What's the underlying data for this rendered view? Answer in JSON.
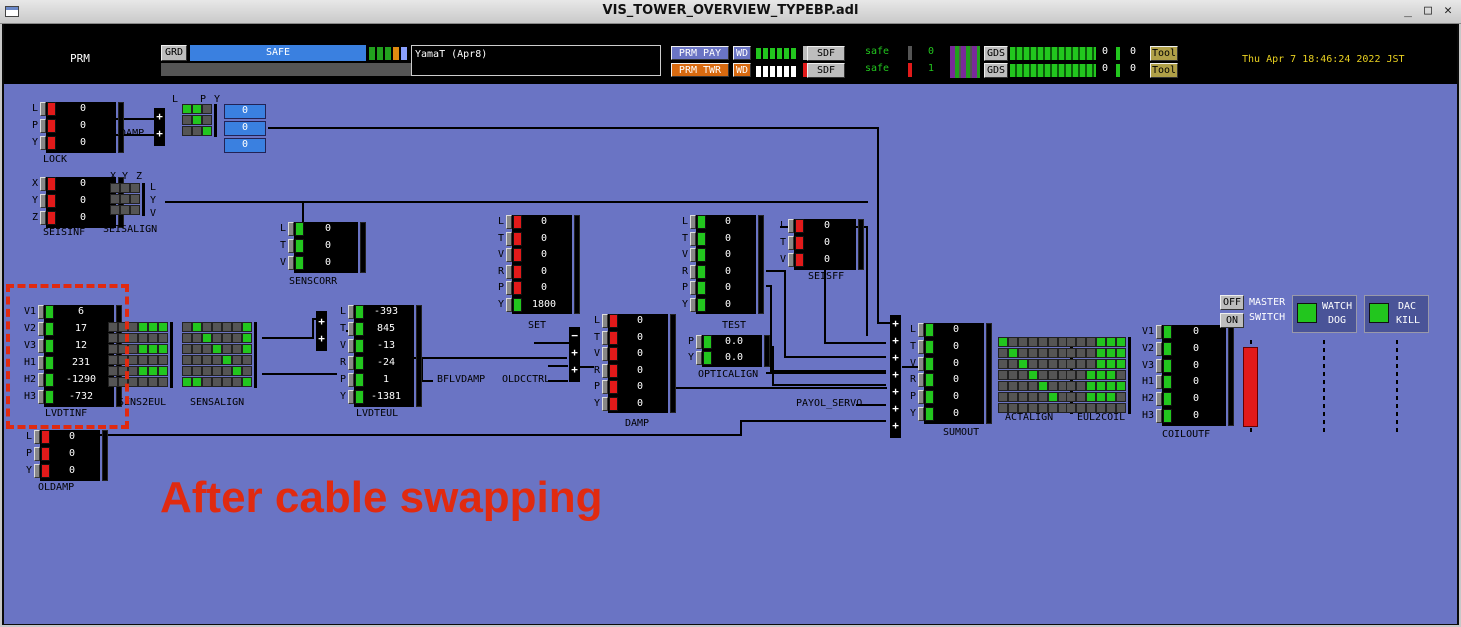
{
  "window": {
    "title": "VIS_TOWER_OVERVIEW_TYPEBP.adl"
  },
  "header": {
    "system": "PRM",
    "grd_label": "GRD",
    "state": "SAFE",
    "message": "YamaT (Apr8)",
    "prm_pay": "PRM PAY",
    "prm_twr": "PRM TWR",
    "wd": "WD",
    "sdf": "SDF",
    "safe": "safe",
    "count1": "0",
    "count2": "1",
    "gds": "GDS",
    "gds_v1": "0",
    "gds_v2": "0",
    "gds_v3": "0",
    "gds_v4": "0",
    "tool": "Tool",
    "datetime": "Thu Apr  7 18:46:24 2022 JST"
  },
  "lock": {
    "label": "LOCK",
    "rows": [
      {
        "dof": "L",
        "value": "0"
      },
      {
        "dof": "P",
        "value": "0"
      },
      {
        "dof": "Y",
        "value": "0"
      }
    ],
    "oldamp": "OLDAMP",
    "matrix_cols": [
      "L",
      "P",
      "Y"
    ],
    "out": [
      "0",
      "0",
      "0"
    ]
  },
  "seisinf": {
    "label": "SEISINF",
    "rows": [
      {
        "dof": "X",
        "value": "0"
      },
      {
        "dof": "Y",
        "value": "0"
      },
      {
        "dof": "Z",
        "value": "0"
      }
    ]
  },
  "seisalign": {
    "label": "SEISALIGN",
    "cols": [
      "X",
      "Y",
      "Z"
    ],
    "rows": [
      "L",
      "Y",
      "V"
    ]
  },
  "senscorr": {
    "label": "SENSCORR",
    "rows": [
      {
        "dof": "L",
        "value": "0"
      },
      {
        "dof": "T",
        "value": "0"
      },
      {
        "dof": "V",
        "value": "0"
      }
    ]
  },
  "lvdtinf": {
    "label": "LVDTINF",
    "rows": [
      {
        "dof": "V1",
        "value": "6"
      },
      {
        "dof": "V2",
        "value": "17"
      },
      {
        "dof": "V3",
        "value": "12"
      },
      {
        "dof": "H1",
        "value": "231"
      },
      {
        "dof": "H2",
        "value": "-1290"
      },
      {
        "dof": "H3",
        "value": "-732"
      }
    ]
  },
  "sens2eul": {
    "label": "SENS2EUL"
  },
  "sensalign": {
    "label": "SENSALIGN"
  },
  "lvdteul": {
    "label": "LVDTEUL",
    "rows": [
      {
        "dof": "L",
        "value": "-393"
      },
      {
        "dof": "T",
        "value": "845"
      },
      {
        "dof": "V",
        "value": "-13"
      },
      {
        "dof": "R",
        "value": "-24"
      },
      {
        "dof": "P",
        "value": "1"
      },
      {
        "dof": "Y",
        "value": "-1381"
      }
    ]
  },
  "bflvdamp": "BFLVDAMP",
  "oldcctrl": "OLDCCTRL",
  "set": {
    "label": "SET",
    "rows": [
      {
        "dof": "L",
        "value": "0"
      },
      {
        "dof": "T",
        "value": "0"
      },
      {
        "dof": "V",
        "value": "0"
      },
      {
        "dof": "R",
        "value": "0"
      },
      {
        "dof": "P",
        "value": "0"
      },
      {
        "dof": "Y",
        "value": "1800"
      }
    ]
  },
  "damp": {
    "label": "DAMP",
    "rows": [
      {
        "dof": "L",
        "value": "0"
      },
      {
        "dof": "T",
        "value": "0"
      },
      {
        "dof": "V",
        "value": "0"
      },
      {
        "dof": "R",
        "value": "0"
      },
      {
        "dof": "P",
        "value": "0"
      },
      {
        "dof": "Y",
        "value": "0"
      }
    ]
  },
  "test": {
    "label": "TEST",
    "rows": [
      {
        "dof": "L",
        "value": "0"
      },
      {
        "dof": "T",
        "value": "0"
      },
      {
        "dof": "V",
        "value": "0"
      },
      {
        "dof": "R",
        "value": "0"
      },
      {
        "dof": "P",
        "value": "0"
      },
      {
        "dof": "Y",
        "value": "0"
      }
    ]
  },
  "opticalign": {
    "label": "OPTICALIGN",
    "rows": [
      {
        "dof": "P",
        "value": "0.0"
      },
      {
        "dof": "Y",
        "value": "0.0"
      }
    ]
  },
  "seisff": {
    "label": "SEISFF",
    "rows": [
      {
        "dof": "L",
        "value": "0"
      },
      {
        "dof": "T",
        "value": "0"
      },
      {
        "dof": "V",
        "value": "0"
      }
    ]
  },
  "payol_servo": "PAYOL_SERVO",
  "sumout": {
    "label": "SUMOUT",
    "rows": [
      {
        "dof": "L",
        "value": "0"
      },
      {
        "dof": "T",
        "value": "0"
      },
      {
        "dof": "V",
        "value": "0"
      },
      {
        "dof": "R",
        "value": "0"
      },
      {
        "dof": "P",
        "value": "0"
      },
      {
        "dof": "Y",
        "value": "0"
      }
    ]
  },
  "actalign": {
    "label": "ACTALIGN"
  },
  "eul2coil": {
    "label": "EUL2COIL"
  },
  "coiloutf": {
    "label": "COILOUTF",
    "rows": [
      {
        "dof": "V1",
        "value": "0"
      },
      {
        "dof": "V2",
        "value": "0"
      },
      {
        "dof": "V3",
        "value": "0"
      },
      {
        "dof": "H1",
        "value": "0"
      },
      {
        "dof": "H2",
        "value": "0"
      },
      {
        "dof": "H3",
        "value": "0"
      }
    ]
  },
  "master": {
    "off": "OFF",
    "on": "ON",
    "label1": "MASTER",
    "label2": "SWITCH"
  },
  "watchdog": {
    "line1": "WATCH",
    "line2": "DOG"
  },
  "dackill": {
    "line1": "DAC",
    "line2": "KILL"
  },
  "oldamp_bottom": {
    "label": "OLDAMP",
    "rows": [
      {
        "dof": "L",
        "value": "0"
      },
      {
        "dof": "P",
        "value": "0"
      },
      {
        "dof": "Y",
        "value": "0"
      }
    ]
  },
  "annotation": "After cable swapping",
  "colors": {
    "canvas": "#6a74c4",
    "annotation": "#e02a10",
    "indicator_red": "#e21a1a",
    "indicator_green": "#22c61e"
  }
}
